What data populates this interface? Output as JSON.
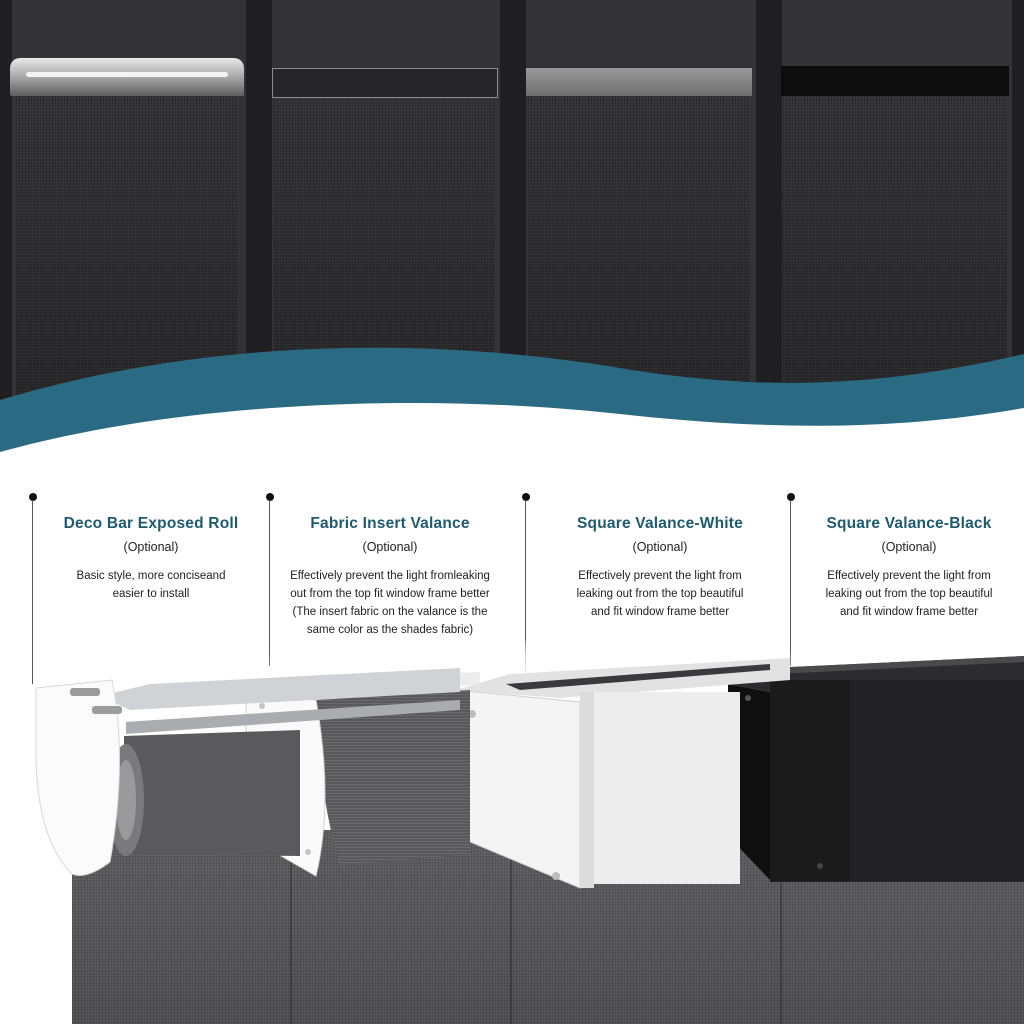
{
  "columns": [
    {
      "title": "Deco Bar Exposed Roll",
      "optional": "(Optional)",
      "desc_lines": [
        "Basic style, more conciseand",
        "easier to install"
      ]
    },
    {
      "title": "Fabric Insert Valance",
      "optional": "(Optional)",
      "desc_lines": [
        "Effectively prevent the light fromleaking",
        "out from the top fit window frame better",
        "(The insert fabric on the valance is the",
        "same color as the shades fabric)"
      ]
    },
    {
      "title": "Square Valance-White",
      "optional": "(Optional)",
      "desc_lines": [
        "Effectively prevent the light from",
        "leaking out from the top beautiful",
        "and fit window frame better"
      ]
    },
    {
      "title": "Square Valance-Black",
      "optional": "(Optional)",
      "desc_lines": [
        "Effectively prevent the light from",
        "leaking out from the top beautiful",
        "and fit window frame better"
      ]
    }
  ],
  "colors": {
    "title_teal": "#1e5a70",
    "wave_teal": "#2a6a82",
    "shade_fabric": "#2c2c2e",
    "black_valance": "#1b1b1c",
    "white_valance": "#f2f2f2"
  }
}
